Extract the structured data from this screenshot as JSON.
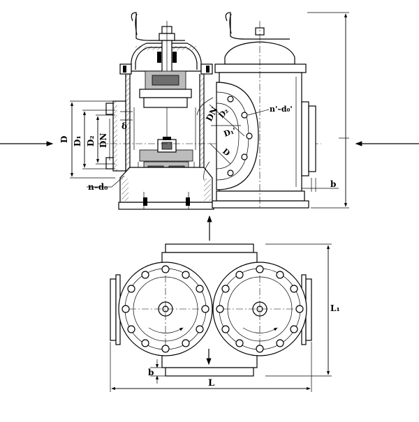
{
  "labels": {
    "D": "D",
    "D1": "D₁",
    "D2": "D₂",
    "DN": "DN",
    "delta": "δ",
    "n_d0": "n–d₀",
    "DN_side": "DN",
    "D2_side": "D₂",
    "D1p_side": "D₁'",
    "D_side": "D",
    "n_d0p": "n'–d₀'",
    "b_right": "b",
    "b_bottom": "b",
    "L": "L",
    "L1": "L₁"
  }
}
